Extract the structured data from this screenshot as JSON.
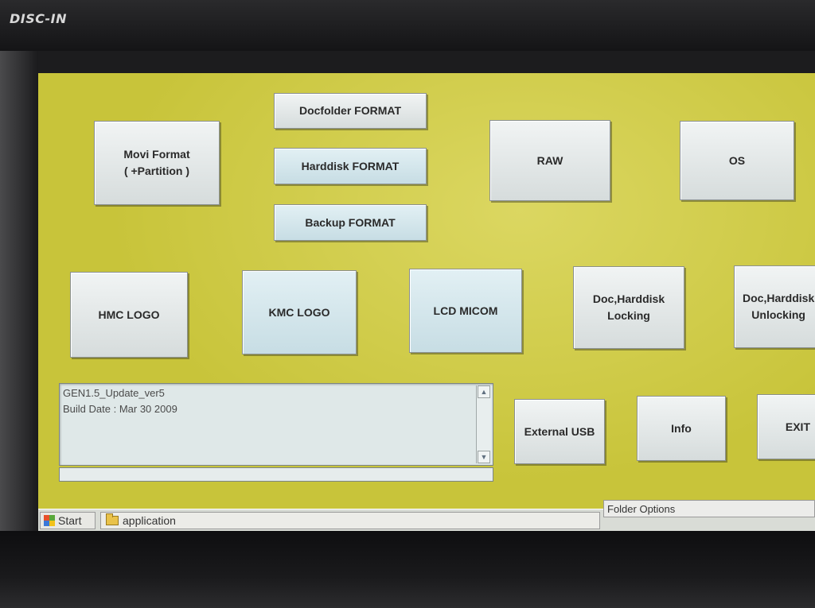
{
  "device": {
    "label": "DISC-IN"
  },
  "main_buttons": {
    "movi_format": "Movi Format\n( +Partition )",
    "docfolder_format": "Docfolder FORMAT",
    "harddisk_format": "Harddisk FORMAT",
    "backup_format": "Backup FORMAT",
    "raw": "RAW",
    "os": "OS",
    "hmc_logo": "HMC LOGO",
    "kmc_logo": "KMC LOGO",
    "lcd_micom": "LCD MICOM",
    "doc_harddisk_locking": "Doc,Harddisk\nLocking",
    "doc_harddisk_unlocking": "Doc,Harddisk\nUnlocking",
    "external_usb": "External USB",
    "info": "Info",
    "exit": "EXIT"
  },
  "log": {
    "lines": [
      "GEN1.5_Update_ver5",
      "Build Date : Mar 30 2009"
    ]
  },
  "progress": {
    "value": 0
  },
  "taskbar": {
    "start_label": "Start",
    "app_label": "application",
    "tray_label": "Folder Options"
  },
  "colors": {
    "screen_background": "#c8c43a",
    "button_face": "#e4ecec",
    "flag_red": "#e8502a",
    "flag_green": "#5aa83a",
    "flag_blue": "#3a78d8",
    "flag_yellow": "#f2c21a"
  }
}
